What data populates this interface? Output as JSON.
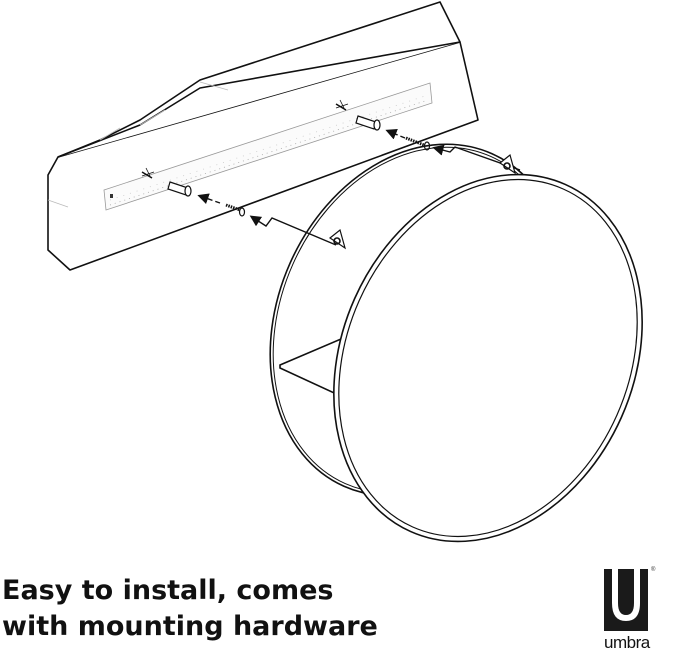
{
  "caption": {
    "line1": "Easy to install, comes",
    "line2": "with mounting hardware"
  },
  "brand": {
    "name": "umbra",
    "registered_mark": "®",
    "logo_color": "#1a1a1a"
  },
  "illustration": {
    "subject": "round wall shelf mounting diagram",
    "parts": [
      "wall",
      "level",
      "wall-anchor",
      "wall-anchor",
      "screw",
      "screw",
      "round-shelf"
    ],
    "line_color": "#111111",
    "background": "#ffffff"
  }
}
